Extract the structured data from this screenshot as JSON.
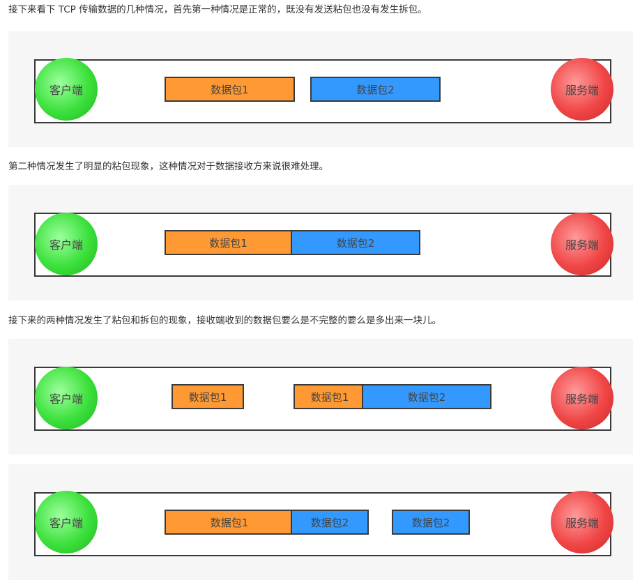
{
  "captions": [
    "接下来看下 TCP 传输数据的几种情况，首先第一种情况是正常的，既没有发送粘包也没有发生拆包。",
    "第二种情况发生了明显的粘包现象，这种情况对于数据接收方来说很难处理。",
    "接下来的两种情况发生了粘包和拆包的现象，接收端收到的数据包要么是不完整的要么是多出来一块儿。"
  ],
  "client_label": "客户端",
  "server_label": "服务端",
  "packet1_label": "数据包1",
  "packet2_label": "数据包2",
  "colors": {
    "packet1": "#ff9933",
    "packet2": "#3399ff",
    "client": "#3be03b",
    "server": "#f04545"
  }
}
